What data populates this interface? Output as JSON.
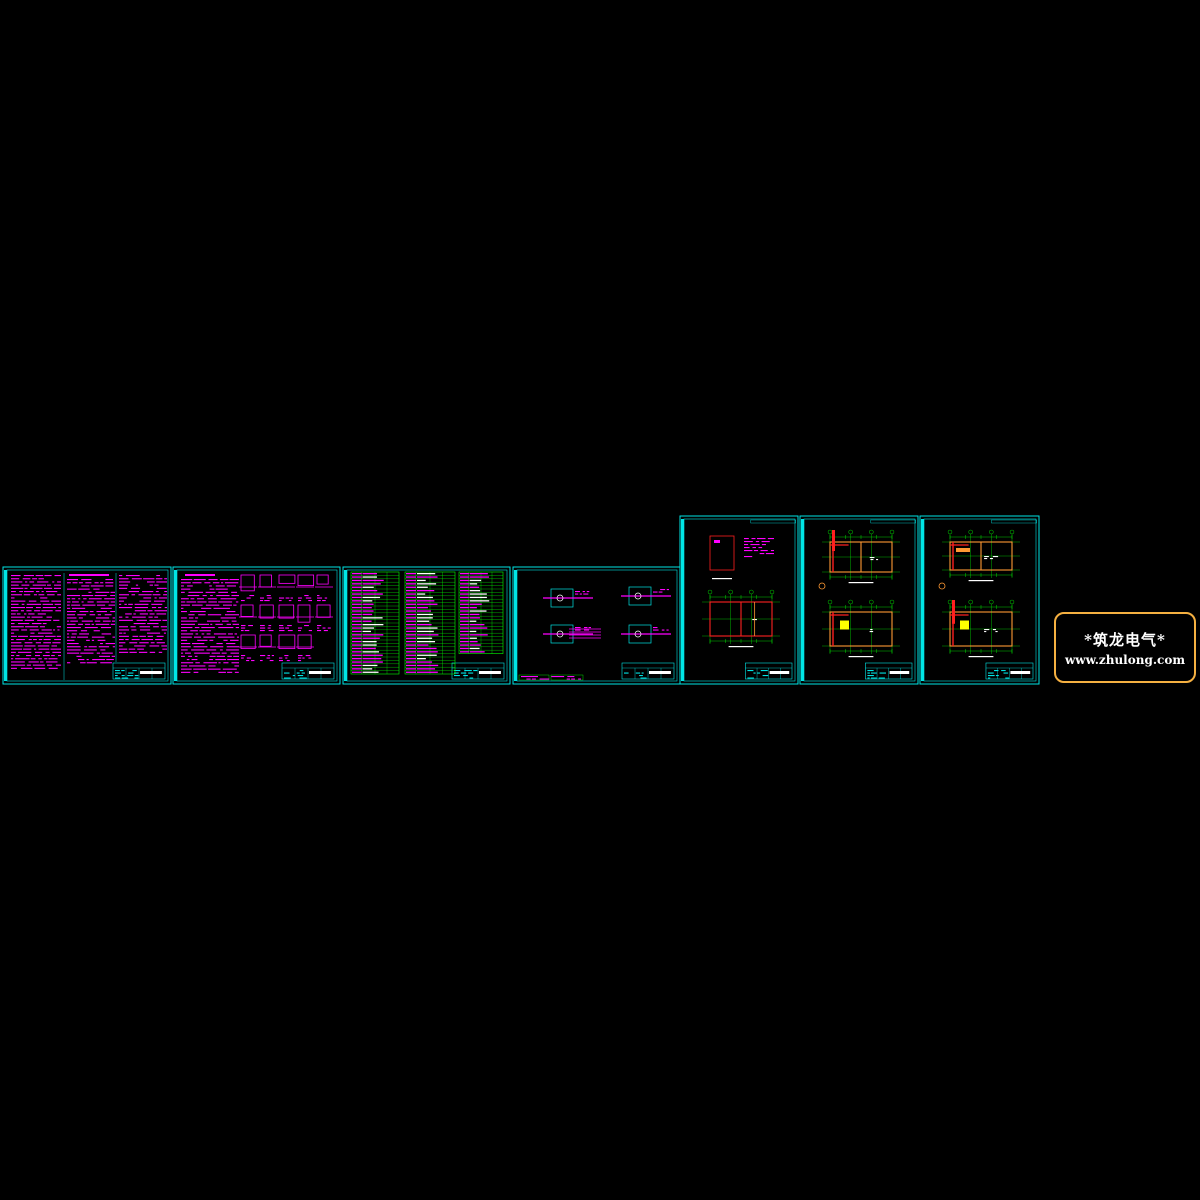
{
  "watermark": {
    "title": "*筑龙电气*",
    "url": "www.zhulong.com"
  },
  "colors": {
    "background": "#000000",
    "frame": "#00e5e5",
    "text_magenta": "#ff00ff",
    "grid_green": "#00ff00",
    "wall_red": "#ff2020",
    "wall_orange": "#ff9933",
    "accent_yellow": "#ffff00",
    "dim_white": "#ffffff",
    "logo_border": "#f5b041"
  },
  "sheets": [
    {
      "id": "sheet-1",
      "kind": "notes-text"
    },
    {
      "id": "sheet-2",
      "kind": "notes-details"
    },
    {
      "id": "sheet-3",
      "kind": "equipment-table"
    },
    {
      "id": "sheet-4",
      "kind": "system-diagram"
    },
    {
      "id": "sheet-5",
      "kind": "floor-plan-single"
    },
    {
      "id": "sheet-6",
      "kind": "floor-plan-double"
    },
    {
      "id": "sheet-7",
      "kind": "floor-plan-double"
    }
  ]
}
